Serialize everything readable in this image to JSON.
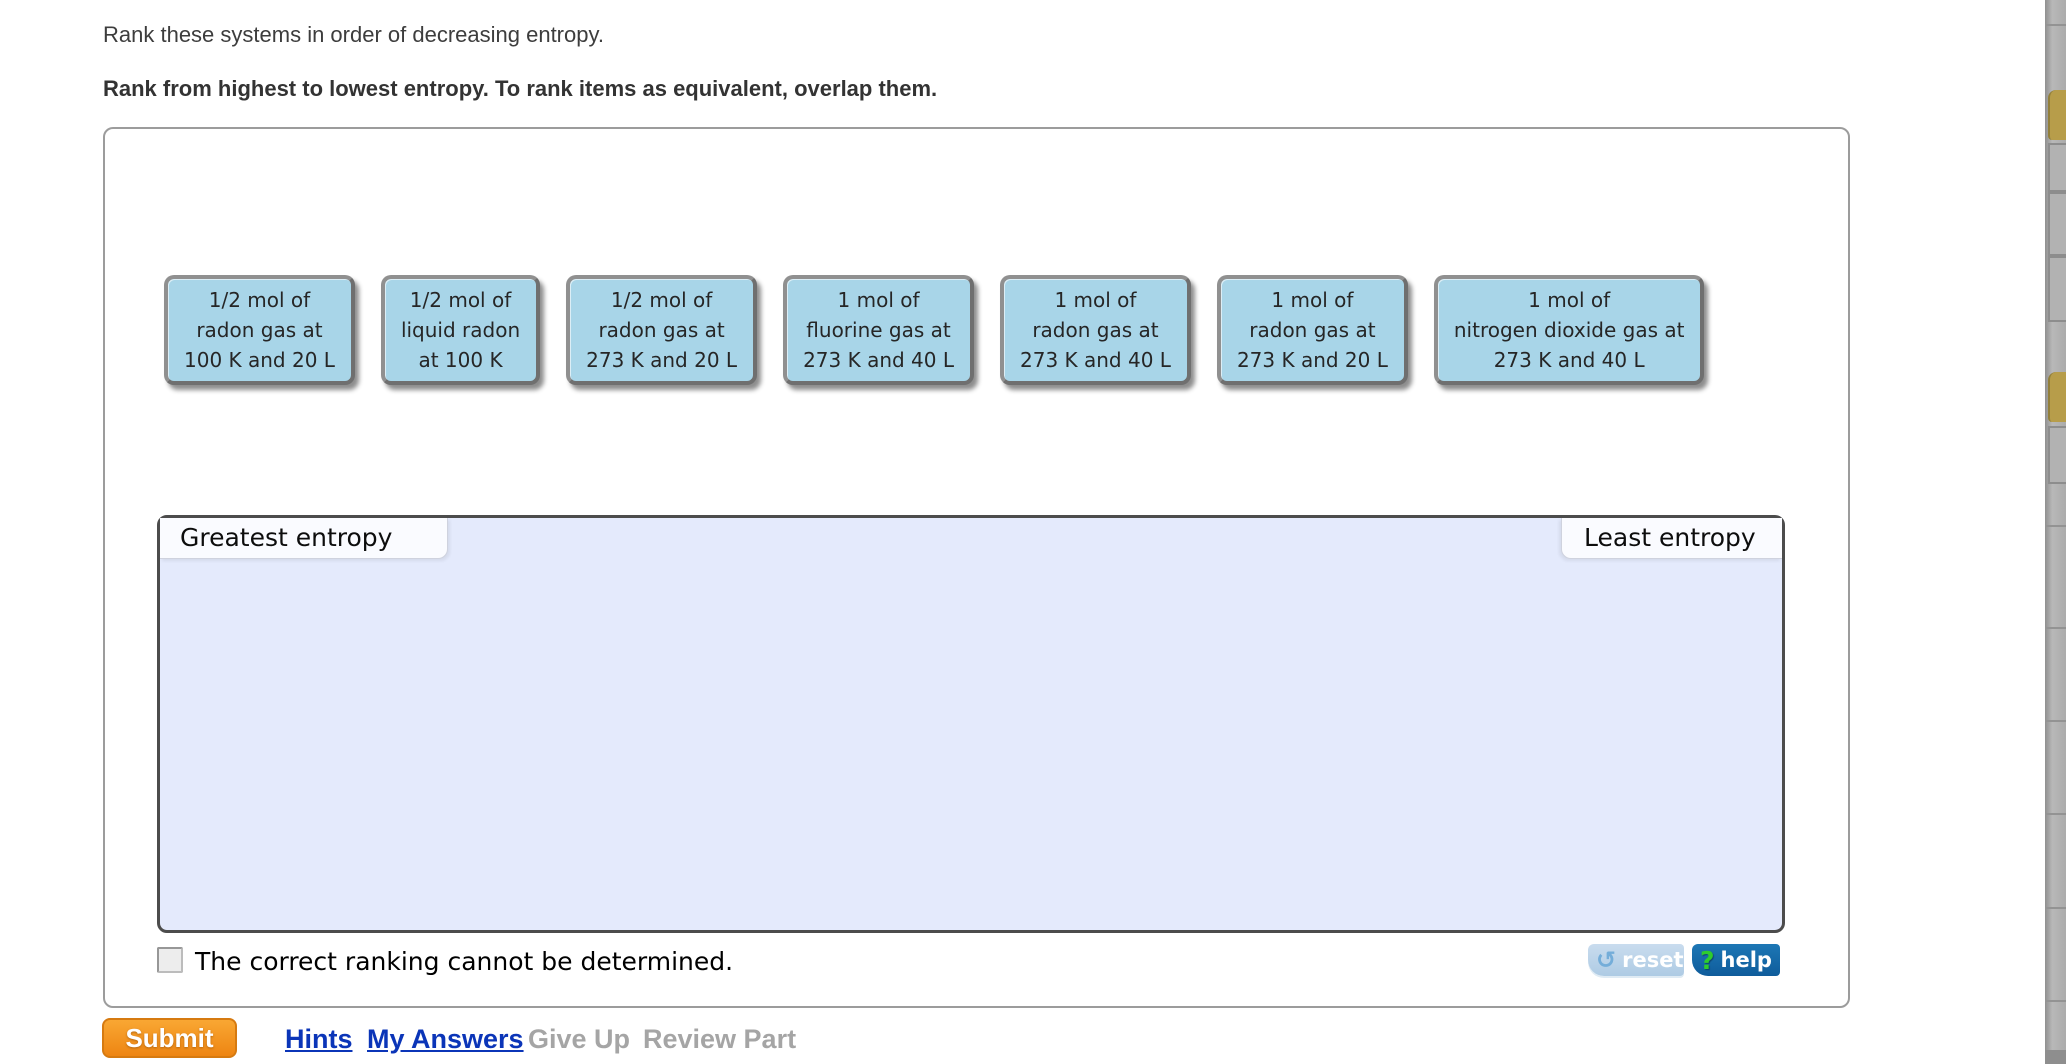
{
  "question": {
    "prompt": "Rank these systems in order of decreasing entropy.",
    "instruction": "Rank from highest to lowest entropy. To rank items as equivalent, overlap them."
  },
  "panel": {
    "tiles": [
      {
        "line1": "1/2 mol of",
        "line2": "radon gas at",
        "line3": "100 K and 20 L"
      },
      {
        "line1": "1/2 mol of",
        "line2": "liquid radon",
        "line3": "at 100 K"
      },
      {
        "line1": "1/2 mol of",
        "line2": "radon gas at",
        "line3": "273 K and 20 L"
      },
      {
        "line1": "1 mol of",
        "line2": "fluorine gas at",
        "line3": "273 K and 40 L"
      },
      {
        "line1": "1 mol of",
        "line2": "radon gas at",
        "line3": "273 K and 40 L"
      },
      {
        "line1": "1 mol of",
        "line2": "radon gas at",
        "line3": "273 K and 20 L"
      },
      {
        "line1": "1 mol of",
        "line2": "nitrogen dioxide gas at",
        "line3": "273 K and 40 L"
      }
    ],
    "dropzone": {
      "greatest_label": "Greatest entropy",
      "least_label": "Least entropy"
    },
    "cannot_determine": {
      "label": "The correct ranking cannot be determined.",
      "checked": false
    },
    "reset_button": {
      "label": "reset",
      "icon": "↺"
    },
    "help_button": {
      "label": "help",
      "icon": "?"
    }
  },
  "footer": {
    "submit_label": "Submit",
    "hints_label": "Hints",
    "my_answers_label": "My Answers",
    "give_up_label": "Give Up",
    "review_part_label": "Review Part"
  },
  "colors": {
    "tile_fill": "#a8d5e8",
    "dropzone_fill": "#e4eafc",
    "submit_orange": "#f49021",
    "link_blue": "#0b35b8",
    "help_button_blue": "#1467a6",
    "reset_button_blue": "#b5cfe6",
    "help_icon_green": "#2ecc2e"
  }
}
